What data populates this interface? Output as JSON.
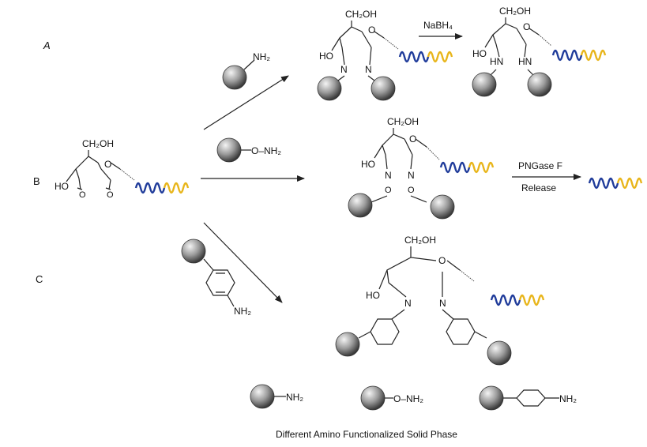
{
  "figure": {
    "caption": "Different Amino Functionalized Solid Phase"
  },
  "routes": {
    "a": {
      "label": "A"
    },
    "b": {
      "label": "B"
    },
    "c": {
      "label": "C"
    }
  },
  "reagents": {
    "a_amine": "NH₂",
    "b_oxyamine": "O–NH₂",
    "c_aniline": "NH₂",
    "reduction": "NaBH₄",
    "pngase": "PNGase F",
    "release": "Release"
  },
  "labels": {
    "ch2oh": "CH₂OH",
    "ho": "HO",
    "o": "O",
    "n": "N",
    "hn": "HN"
  },
  "legend": {
    "item1": "NH₂",
    "item2": "O–NH₂",
    "item3": "NH₂"
  },
  "colors": {
    "glycan_blue": "#1f3b9a",
    "glycan_yellow": "#e8b51a",
    "bead_dark": "#333333",
    "bead_light": "#f2f2f2"
  },
  "icons": {
    "bead": "gray-sphere-bead-icon",
    "glycan": "blue-yellow-wave-glycan-icon"
  }
}
